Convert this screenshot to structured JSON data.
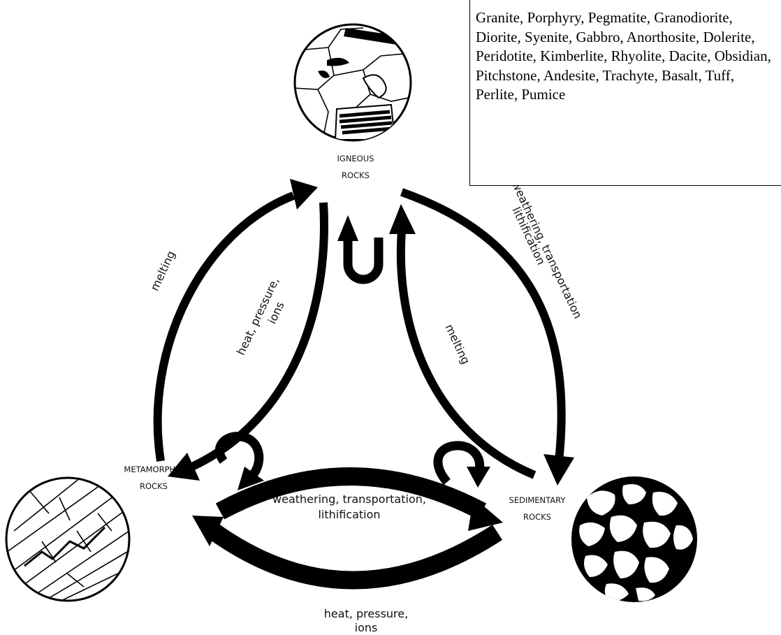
{
  "rock_types_list": "Granite, Porphyry, Pegmatite, Granodiorite, Diorite, Syenite, Gabbro, Anorthosite, Dolerite, Peridotite, Kimberlite, Rhyolite, Dacite, Obsidian, Pitchstone, Andesite, Trachyte, Basalt, Tuff, Perlite, Pumice",
  "nodes": {
    "igneous": {
      "line1": "IGNEOUS",
      "line2": "ROCKS"
    },
    "metamorphic": {
      "line1": "METAMORPHIC",
      "line2": "ROCKS"
    },
    "sedimentary": {
      "line1": "SEDIMENTARY",
      "line2": "ROCKS"
    }
  },
  "processes": {
    "metamorphic_to_igneous": "melting",
    "igneous_to_metamorphic_line1": "heat, pressure,",
    "igneous_to_metamorphic_line2": "ions",
    "igneous_to_sedimentary_line1": "weathering, transportation",
    "igneous_to_sedimentary_line2": "lithification",
    "sedimentary_to_igneous": "melting",
    "metamorphic_to_sedimentary_line1": "weathering, transportation,",
    "metamorphic_to_sedimentary_line2": "lithification",
    "sedimentary_to_metamorphic_line1": "heat, pressure,",
    "sedimentary_to_metamorphic_line2": "ions"
  }
}
